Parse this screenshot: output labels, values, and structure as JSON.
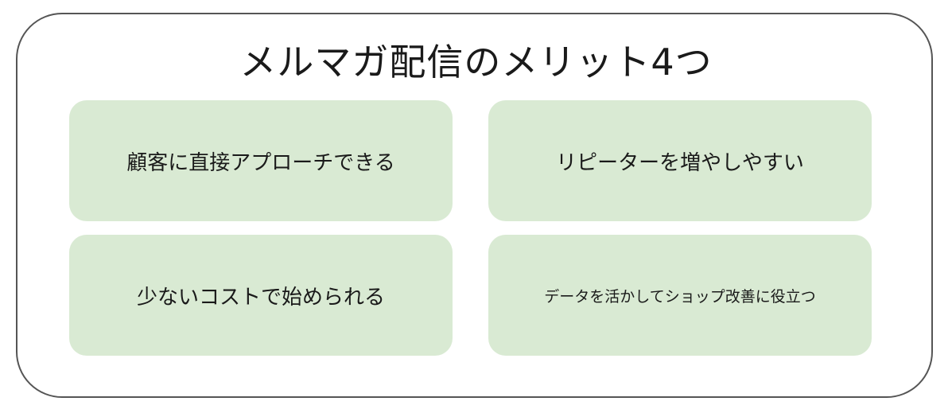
{
  "title": "メルマガ配信のメリット4つ",
  "cards": [
    {
      "label": "顧客に直接アプローチできる"
    },
    {
      "label": "リピーターを増やしやすい"
    },
    {
      "label": "少ないコストで始められる"
    },
    {
      "label": "データを活かしてショップ改善に役立つ"
    }
  ],
  "colors": {
    "card_fill": "#d9ead3",
    "frame_border": "#555555",
    "text": "#1a1a1a"
  }
}
